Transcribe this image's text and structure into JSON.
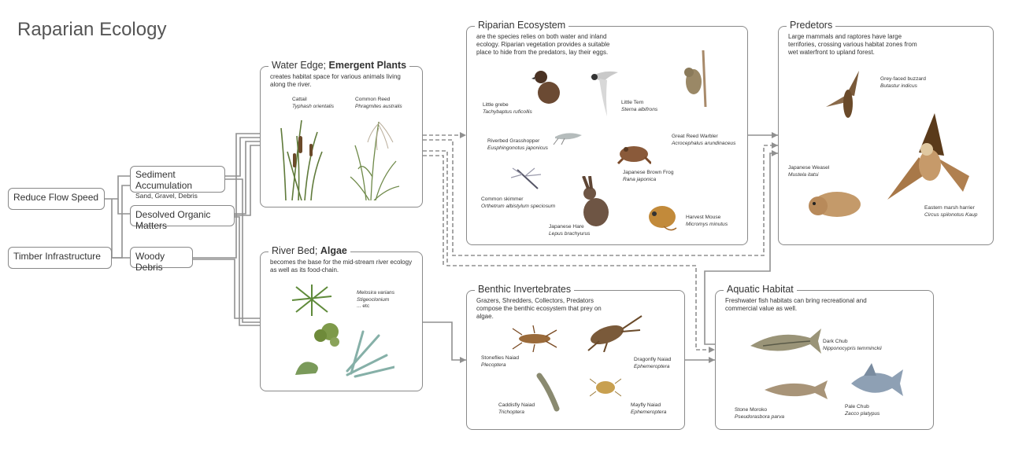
{
  "title": "Raparian Ecology",
  "inputs": [
    {
      "label": "Reduce Flow Speed"
    },
    {
      "label": "Timber Infrastructure"
    }
  ],
  "mid": [
    {
      "label": "Sediment Accumulation",
      "sub": "Sand, Gravel, Debris"
    },
    {
      "label": "Desolved Organic Matters"
    },
    {
      "label": "Woody Debris"
    }
  ],
  "water_edge": {
    "head": "Water Edge; ",
    "head_bold": "Emergent Plants",
    "desc": "creates habitat space for various animals living along the river.",
    "species": [
      {
        "common": "Cattail",
        "latin": "Typhash orientalis"
      },
      {
        "common": "Common Reed",
        "latin": "Phragmites australis"
      }
    ]
  },
  "river_bed": {
    "head": "River Bed; ",
    "head_bold": "Algae",
    "desc": "becomes the base for the mid-stream river ecology as well as its food-chain.",
    "species": [
      {
        "latin1": "Melosira varians",
        "latin2": "Stigeoclonium",
        "extra": "... etc"
      }
    ]
  },
  "riparian": {
    "head": "Riparian Ecosystem",
    "desc": "are the species relies on both water and inland ecology. Riparian vegetation provides a suitable place to hide from the predators, lay their eggs.",
    "species": [
      {
        "common": "Little grebe",
        "latin": "Tachybaptus ruficollis"
      },
      {
        "common": "Little Tern",
        "latin": "Sterna albifrons"
      },
      {
        "common": "Great Reed Warbler",
        "latin": "Acrocephalus arundinaceus"
      },
      {
        "common": "Riverbed Grasshopper",
        "latin": "Eusphingonotus japonicus"
      },
      {
        "common": "Japanese Brown Frog",
        "latin": "Rana japonica"
      },
      {
        "common": "Common skimmer",
        "latin": "Orthetrum albistylum speciosum"
      },
      {
        "common": "Japanese Hare",
        "latin": "Lepus brachyurus"
      },
      {
        "common": "Harvest Mouse",
        "latin": "Micromys minutus"
      }
    ]
  },
  "predators": {
    "head": "Predetors",
    "desc": "Large mammals and raptores have large terrifories, crossing various habitat zones from wet waterfront to upland forest.",
    "species": [
      {
        "common": "Grey-faced buzzard",
        "latin": "Butastur indicus"
      },
      {
        "common": "Japanese Weasel",
        "latin": "Mustela itatsi"
      },
      {
        "common": "Eastern marsh harrier",
        "latin": "Circus spilonotus Kaup"
      }
    ]
  },
  "benthic": {
    "head": "Benthic Invertebrates",
    "desc": "Grazers, Shredders, Collectors, Predators compose the benthic ecosystem that prey on algae.",
    "species": [
      {
        "common": "Stoneflies Naiad",
        "latin": "Plecoptera"
      },
      {
        "common": "Dragonfly Naiad",
        "latin": "Ephemeroptera"
      },
      {
        "common": "Caddisfly Naiad",
        "latin": "Trichoptera"
      },
      {
        "common": "Mayfly Naiad",
        "latin": "Ephemeroptera"
      }
    ]
  },
  "aquatic": {
    "head": "Aquatic Habitat",
    "desc": "Freshwater fish habitats can bring recreational and commercial value as well.",
    "species": [
      {
        "common": "Dark Chub",
        "latin": "Nipponocypris temminckii"
      },
      {
        "common": "Stone Moroko",
        "latin": "Pseudorasbora parva"
      },
      {
        "common": "Pale Chub",
        "latin": "Zacco platypus"
      }
    ]
  }
}
